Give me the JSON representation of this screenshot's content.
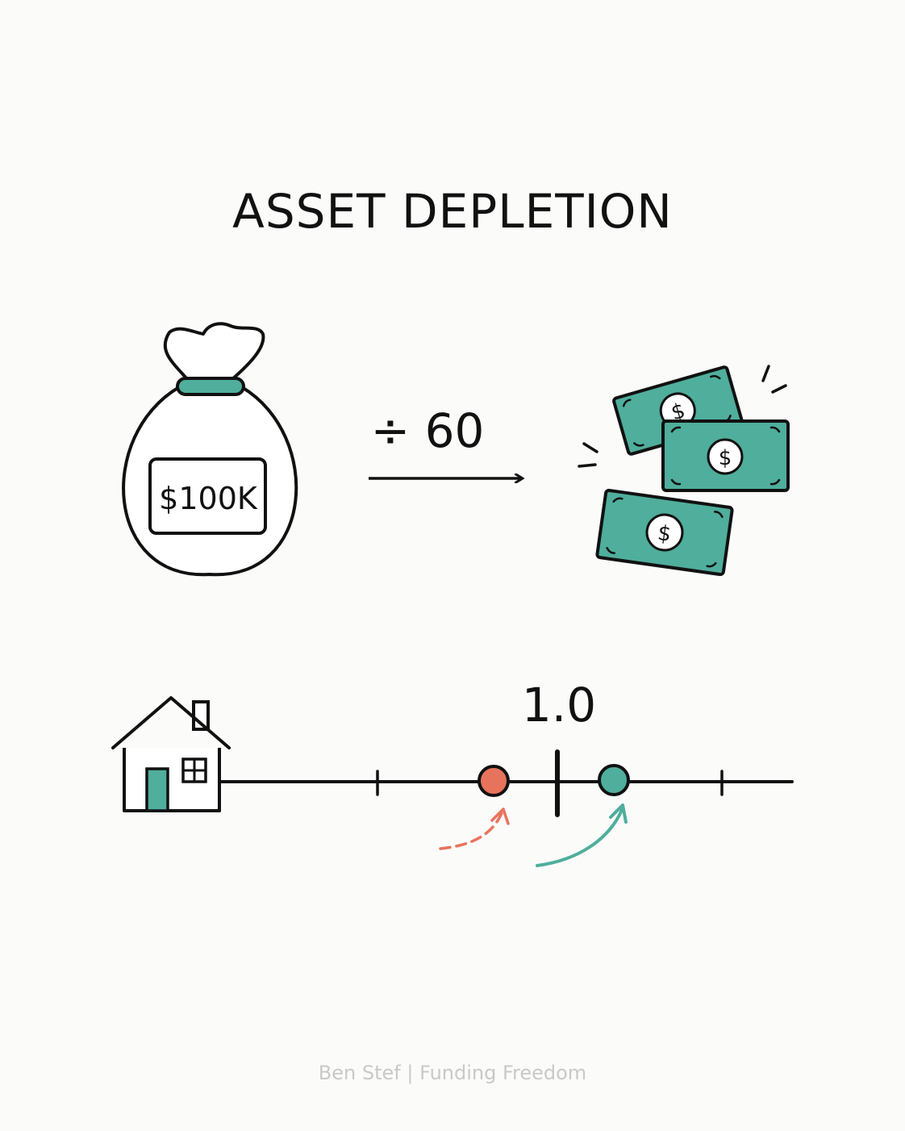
{
  "title": "ASSET DEPLETION",
  "bag": {
    "label": "$100K"
  },
  "operation": {
    "label": "÷ 60"
  },
  "bill_symbol": "$",
  "timeline": {
    "marker_label": "1.0"
  },
  "footer": "Ben Stef | Funding Freedom",
  "colors": {
    "teal": "#4fae9c",
    "coral": "#e8735c",
    "ink": "#111111",
    "background": "#fbfbfa",
    "footer_text": "#c9c9c9"
  }
}
